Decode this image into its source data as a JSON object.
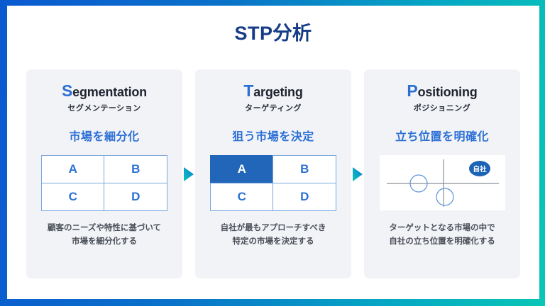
{
  "slide": {
    "title": "STP分析",
    "title_color": "#153c86",
    "frame_gradient_from": "#0a59d0",
    "frame_gradient_to": "#09c6b6",
    "accent_blue": "#2b6fd4",
    "active_cell_blue": "#2166b8",
    "panel_bg": "#f2f3f7"
  },
  "panels": [
    {
      "initial": "S",
      "rest": "egmentation",
      "kana": "セグメンテーション",
      "subtitle": "市場を細分化",
      "figure_type": "grid-2x2",
      "cells": [
        {
          "label": "A",
          "active": false
        },
        {
          "label": "B",
          "active": false
        },
        {
          "label": "C",
          "active": false
        },
        {
          "label": "D",
          "active": false
        }
      ],
      "caption_line1": "顧客のニーズや特性に基づいて",
      "caption_line2": "市場を細分化する"
    },
    {
      "initial": "T",
      "rest": "argeting",
      "kana": "ターゲティング",
      "subtitle": "狙う市場を決定",
      "figure_type": "grid-2x2",
      "cells": [
        {
          "label": "A",
          "active": true
        },
        {
          "label": "B",
          "active": false
        },
        {
          "label": "C",
          "active": false
        },
        {
          "label": "D",
          "active": false
        }
      ],
      "caption_line1": "自社が最もアプローチすべき",
      "caption_line2": "特定の市場を決定する"
    },
    {
      "initial": "P",
      "rest": "ositioning",
      "kana": "ポジショニング",
      "subtitle": "立ち位置を明確化",
      "figure_type": "positioning-map",
      "map": {
        "badge_label": "自社",
        "competitor_count": 2
      },
      "caption_line1": "ターゲットとなる市場の中で",
      "caption_line2": "自社の立ち位置を明確化する"
    }
  ],
  "arrows": [
    {
      "name": "arrow-segmentation-to-targeting"
    },
    {
      "name": "arrow-targeting-to-positioning"
    }
  ]
}
